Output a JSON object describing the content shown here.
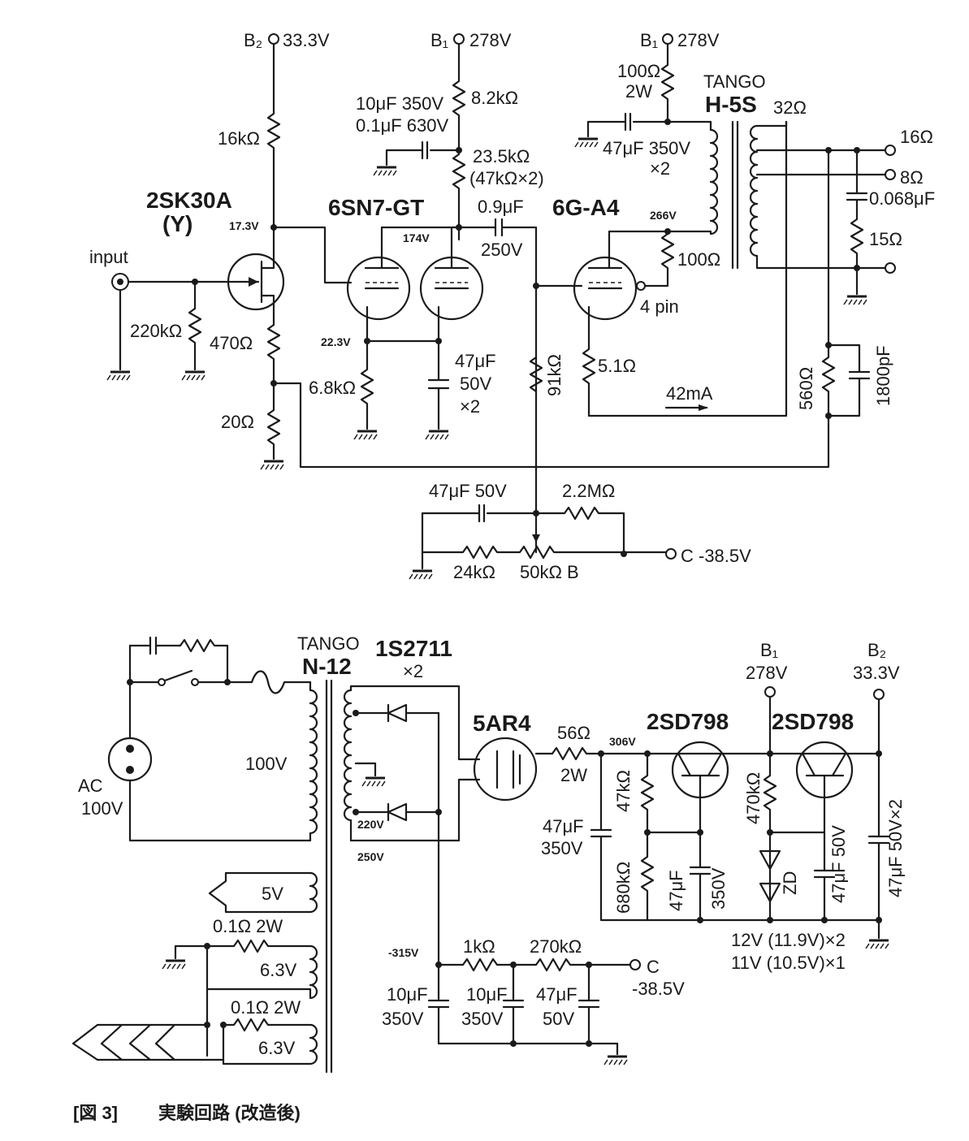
{
  "upper": {
    "b2_label": "B₂",
    "b2_voltage": "33.3V",
    "b1_label_mid": "B₁",
    "b1_voltage_mid": "278V",
    "b1_label_right": "B₁",
    "b1_voltage_right": "278V",
    "r_16k": "16kΩ",
    "fet_name": "2SK30A",
    "fet_grade": "(Y)",
    "v_17_3": "17.3V",
    "input_label": "input",
    "r_220k": "220kΩ",
    "r_470": "470Ω",
    "r_20": "20Ω",
    "cap_10u": "10μF 350V",
    "cap_0_1u": "0.1μF 630V",
    "r_8_2k": "8.2kΩ",
    "r_23_5k": "23.5kΩ",
    "r_23_5k_note": "(47kΩ×2)",
    "tube_6sn7": "6SN7-GT",
    "v_174": "174V",
    "v_22_3": "22.3V",
    "r_6_8k": "6.8kΩ",
    "cap_47u_50v": "47μF",
    "cap_47u_50v_b": "50V",
    "cap_47u_50v_c": "×2",
    "cap_0_9u": "0.9μF",
    "cap_0_9u_v": "250V",
    "r_91k": "91kΩ",
    "tube_6ga4": "6G-A4",
    "v_266": "266V",
    "r_100_2w": "100Ω",
    "r_100_2w_b": "2W",
    "cap_47u_350": "47μF 350V",
    "cap_47u_350_b": "×2",
    "trans_tango": "TANGO",
    "trans_h5s": "H-5S",
    "tap_32": "32Ω",
    "tap_16": "16Ω",
    "tap_8": "8Ω",
    "cap_0_068": "0.068μF",
    "r_15": "15Ω",
    "r_100": "100Ω",
    "pin4": "4 pin",
    "r_5_1": "5.1Ω",
    "current_42": "42mA",
    "r_560": "560Ω",
    "cap_1800p": "1800pF",
    "cap_47u_50v_bias": "47μF 50V",
    "r_2_2m": "2.2MΩ",
    "r_24k": "24kΩ",
    "pot_50k": "50kΩ B",
    "c_terminal": "C -38.5V"
  },
  "lower": {
    "trans_tango": "TANGO",
    "trans_n12": "N-12",
    "diode_name": "1S2711",
    "diode_count": "×2",
    "ac_label": "AC",
    "ac_voltage": "100V",
    "prim_100v": "100V",
    "sec_220v": "220V",
    "sec_250v": "250V",
    "rect_5ar4": "5AR4",
    "r_56": "56Ω",
    "r_56_w": "2W",
    "v_306": "306V",
    "tr1": "2SD798",
    "tr2": "2SD798",
    "b1_label": "B₁",
    "b1_voltage": "278V",
    "b2_label": "B₂",
    "b2_voltage": "33.3V",
    "r_47k": "47kΩ",
    "r_680k": "680kΩ",
    "r_470k": "470kΩ",
    "cap_47u_350a": "47μF",
    "cap_47u_350a_v": "350V",
    "cap_47u_350b": "47μF",
    "cap_47u_350b_v": "350V",
    "zd": "ZD",
    "cap_47u_50v": "47μF 50V",
    "cap_47u_50v_x2": "47μF 50V×2",
    "zd_note1": "12V (11.9V)×2",
    "zd_note2": "11V (10.5V)×1",
    "heater_5v": "5V",
    "r_0_1_a": "0.1Ω 2W",
    "heater_6_3a": "6.3V",
    "r_0_1_b": "0.1Ω 2W",
    "heater_6_3b": "6.3V",
    "v_neg315": "-315V",
    "r_1k": "1kΩ",
    "r_270k": "270kΩ",
    "c_term": "C",
    "c_term_v": "-38.5V",
    "cap_10u_a": "10μF",
    "cap_10u_a_v": "350V",
    "cap_10u_b": "10μF",
    "cap_10u_b_v": "350V",
    "cap_47u_c": "47μF",
    "cap_47u_c_v": "50V"
  },
  "caption": {
    "fig": "[図 3]",
    "title": "実験回路 (改造後)"
  }
}
